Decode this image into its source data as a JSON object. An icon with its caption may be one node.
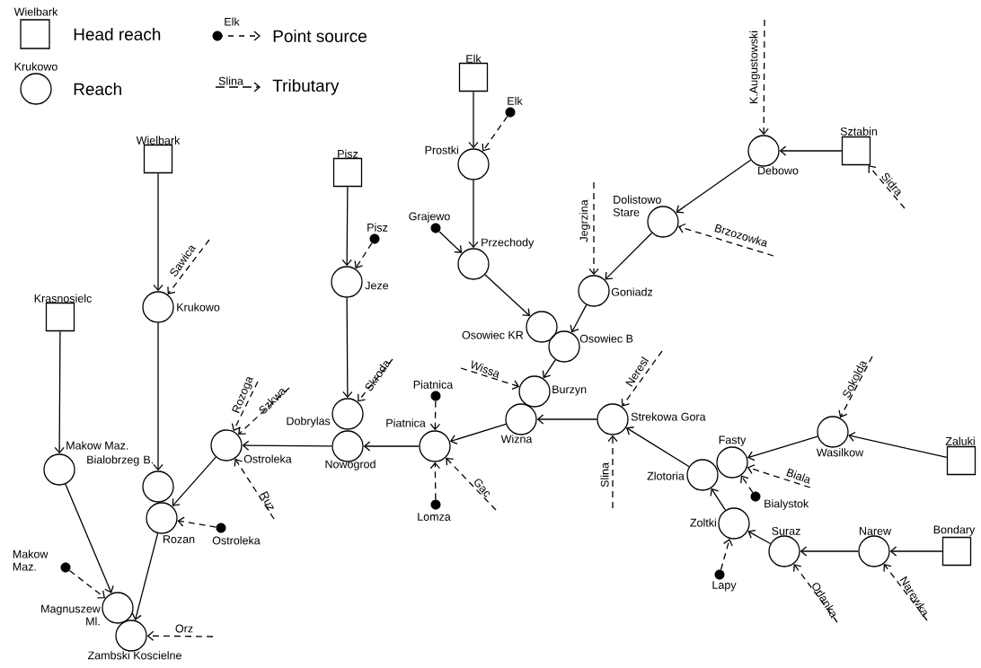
{
  "diagram": {
    "nodes": [
      {
        "text": [],
        "shape": "box",
        "beside": [
          "Wielbark"
        ]
      },
      {
        "text": [],
        "shape": "circle",
        "beside": [
          "Krukowo"
        ]
      },
      {
        "text": [],
        "shape": "box",
        "beside": [
          "Pisz"
        ]
      },
      {
        "text": [],
        "shape": "dot",
        "beside": [
          "Pisz"
        ]
      },
      {
        "text": [],
        "shape": "circle",
        "beside": [
          "Jeze"
        ]
      },
      {
        "text": [],
        "shape": "box",
        "beside": [
          "Elk"
        ]
      },
      {
        "text": [],
        "shape": "dot",
        "beside": [
          "Elk"
        ]
      },
      {
        "text": [],
        "shape": "circle",
        "beside": [
          "Prostki"
        ]
      },
      {
        "text": [],
        "shape": "dot",
        "beside": [
          "Grajewo"
        ]
      },
      {
        "text": [],
        "shape": "circle",
        "beside": [
          "Przechody"
        ]
      },
      {
        "text": [],
        "shape": "box",
        "beside": [
          "Krasnosielc"
        ]
      },
      {
        "text": [],
        "shape": "circle",
        "beside": [
          "Makow Maz."
        ]
      },
      {
        "text": [],
        "shape": "circle",
        "beside": [
          "Bialobrzeg B."
        ]
      },
      {
        "text": [],
        "shape": "circle",
        "beside": [
          "Ostroleka"
        ]
      },
      {
        "text": [],
        "shape": "circle",
        "beside": [
          "Dobrylas"
        ]
      },
      {
        "text": [],
        "shape": "circle",
        "beside": [
          "Nowogrod"
        ]
      },
      {
        "text": [],
        "shape": "circle",
        "beside": [
          "Rozan"
        ]
      },
      {
        "text": [],
        "shape": "dot",
        "beside": [
          "Ostroleka"
        ]
      },
      {
        "text": [],
        "shape": "dot",
        "beside": [
          "Makow Maz."
        ]
      },
      {
        "text": [],
        "shape": "circle",
        "beside": [
          "Magnuszew Ml."
        ]
      },
      {
        "text": [],
        "shape": "circle",
        "beside": [
          "Zambski Koscielne"
        ]
      },
      {
        "text": [],
        "shape": "box",
        "beside": [
          "Sztabin"
        ]
      },
      {
        "text": [],
        "shape": "circle",
        "beside": [
          "Debowo"
        ]
      },
      {
        "text": [],
        "shape": "circle",
        "beside": [
          "Dolistowo Stare"
        ]
      },
      {
        "text": [],
        "shape": "circle",
        "beside": [
          "Goniadz"
        ]
      },
      {
        "text": [],
        "shape": "circle",
        "beside": [
          "Osowiec KR"
        ]
      },
      {
        "text": [],
        "shape": "circle",
        "beside": [
          "Osowiec B"
        ]
      },
      {
        "text": [],
        "shape": "circle",
        "beside": [
          "Burzyn"
        ]
      },
      {
        "text": [],
        "shape": "circle",
        "beside": [
          "Wizna"
        ]
      },
      {
        "text": [],
        "shape": "dot",
        "beside": [
          "Piatnica"
        ]
      },
      {
        "text": [],
        "shape": "circle",
        "beside": [
          "Piatnica"
        ]
      },
      {
        "text": [],
        "shape": "dot",
        "beside": [
          "Lomza"
        ]
      },
      {
        "text": [],
        "shape": "circle",
        "beside": [
          "Strekowa Gora"
        ]
      },
      {
        "text": [],
        "shape": "circle",
        "beside": [
          "Zlotoria"
        ]
      },
      {
        "text": [],
        "shape": "circle",
        "beside": [
          "Fasty"
        ]
      },
      {
        "text": [],
        "shape": "dot",
        "beside": [
          "Bialystok"
        ]
      },
      {
        "text": [],
        "shape": "circle",
        "beside": [
          "Wasilkow"
        ]
      },
      {
        "text": [],
        "shape": "box",
        "beside": [
          "Zaluki"
        ]
      },
      {
        "text": [],
        "shape": "circle",
        "beside": [
          "Zoltki"
        ]
      },
      {
        "text": [],
        "shape": "dot",
        "beside": [
          "Lapy"
        ]
      },
      {
        "text": [],
        "shape": "circle",
        "beside": [
          "Suraz"
        ]
      },
      {
        "text": [],
        "shape": "circle",
        "beside": [
          "Narew"
        ]
      },
      {
        "text": [],
        "shape": "box",
        "beside": [
          "Bondary"
        ]
      }
    ],
    "edges": [
      {
        "from": 0,
        "to": 1,
        "arrow": "to"
      },
      {
        "from": 1,
        "to": 12,
        "arrow": "to"
      },
      {
        "from": 2,
        "to": 4,
        "arrow": "to"
      },
      {
        "from": 4,
        "to": 14,
        "arrow": "to"
      },
      {
        "from": 5,
        "to": 7,
        "arrow": "to"
      },
      {
        "from": 7,
        "to": 9,
        "arrow": "to"
      },
      {
        "from": 8,
        "to": 9,
        "arrow": "to"
      },
      {
        "from": 9,
        "to": 25,
        "arrow": "to"
      },
      {
        "from": 10,
        "to": 11,
        "arrow": "to"
      },
      {
        "from": 11,
        "to": 19,
        "arrow": "to"
      },
      {
        "from": 15,
        "to": 13,
        "arrow": "to"
      },
      {
        "from": 13,
        "to": 16,
        "arrow": "to"
      },
      {
        "from": 16,
        "to": 20,
        "arrow": "to"
      },
      {
        "from": 30,
        "to": 15,
        "arrow": "to"
      },
      {
        "from": 28,
        "to": 30,
        "arrow": "to"
      },
      {
        "from": 32,
        "to": 28,
        "arrow": "to"
      },
      {
        "from": 33,
        "to": 32,
        "arrow": "to"
      },
      {
        "from": 21,
        "to": 22,
        "arrow": "to"
      },
      {
        "from": 22,
        "to": 23,
        "arrow": "to"
      },
      {
        "from": 23,
        "to": 24,
        "arrow": "to"
      },
      {
        "from": 24,
        "to": 26,
        "arrow": "to"
      },
      {
        "from": 26,
        "to": 27,
        "arrow": "to"
      },
      {
        "from": 37,
        "to": 36,
        "arrow": "to"
      },
      {
        "from": 36,
        "to": 34,
        "arrow": "to"
      },
      {
        "from": 38,
        "to": 33,
        "arrow": "to"
      },
      {
        "from": 40,
        "to": 38,
        "arrow": "to"
      },
      {
        "from": 41,
        "to": 40,
        "arrow": "to"
      },
      {
        "from": 42,
        "to": 41,
        "arrow": "to"
      },
      {
        "from": 6,
        "to": 7,
        "arrow": "to",
        "style": "dashed"
      },
      {
        "from": 3,
        "to": 4,
        "arrow": "to",
        "style": "dashed"
      },
      {
        "from": 29,
        "to": 30,
        "arrow": "to",
        "style": "dashed"
      },
      {
        "from": 31,
        "to": 30,
        "arrow": "to",
        "style": "dashed"
      },
      {
        "from": 35,
        "to": 34,
        "arrow": "to",
        "style": "dashed"
      },
      {
        "from": 39,
        "to": 38,
        "arrow": "to",
        "style": "dashed"
      },
      {
        "from": 17,
        "to": 16,
        "arrow": "to",
        "style": "dashed"
      },
      {
        "from": 18,
        "to": 19,
        "arrow": "to",
        "style": "dashed"
      },
      {
        "from": null,
        "to": 22,
        "arrow": "to",
        "style": "dashed",
        "label": "K.Augustowski"
      },
      {
        "from": null,
        "to": 21,
        "arrow": "to",
        "style": "dashed",
        "label": "Sidra"
      },
      {
        "from": null,
        "to": 23,
        "arrow": "to",
        "style": "dashed",
        "label": "Brzozowka"
      },
      {
        "from": null,
        "to": 24,
        "arrow": "to",
        "style": "dashed",
        "label": "Jegrzina"
      },
      {
        "from": null,
        "to": 27,
        "arrow": "to",
        "style": "dashed",
        "label": "Wissa"
      },
      {
        "from": null,
        "to": 32,
        "arrow": "to",
        "style": "dashed",
        "label": "Neresl"
      },
      {
        "from": null,
        "to": 32,
        "arrow": "to",
        "style": "dashed",
        "label": "Slina"
      },
      {
        "from": null,
        "to": 36,
        "arrow": "to",
        "style": "dashed",
        "label": "Sokolda"
      },
      {
        "from": null,
        "to": 34,
        "arrow": "to",
        "style": "dashed",
        "label": "Biala"
      },
      {
        "from": null,
        "to": 40,
        "arrow": "to",
        "style": "dashed",
        "label": "Orlanka"
      },
      {
        "from": null,
        "to": 41,
        "arrow": "to",
        "style": "dashed",
        "label": "Narewka"
      },
      {
        "from": null,
        "to": 30,
        "arrow": "to",
        "style": "dashed",
        "label": "Gac"
      },
      {
        "from": null,
        "to": 1,
        "arrow": "to",
        "style": "dashed",
        "label": "Sawica"
      },
      {
        "from": null,
        "to": 13,
        "arrow": "to",
        "style": "dashed",
        "label": "Rozoga"
      },
      {
        "from": null,
        "to": 13,
        "arrow": "to",
        "style": "dashed",
        "label": "Szkwa"
      },
      {
        "from": null,
        "to": 13,
        "arrow": "to",
        "style": "dashed",
        "label": "Ruz"
      },
      {
        "from": null,
        "to": 14,
        "arrow": "to",
        "style": "dashed",
        "label": "Skroda"
      },
      {
        "from": null,
        "to": 20,
        "arrow": "to",
        "style": "dashed",
        "label": "Orz"
      }
    ],
    "labels": [
      "Wielbark",
      "Elk",
      "Krukowo",
      "Slina"
    ],
    "legend": [
      {
        "text": "Head reach"
      },
      {
        "text": "Point source"
      },
      {
        "text": "Reach"
      },
      {
        "text": "Tributary"
      }
    ]
  }
}
